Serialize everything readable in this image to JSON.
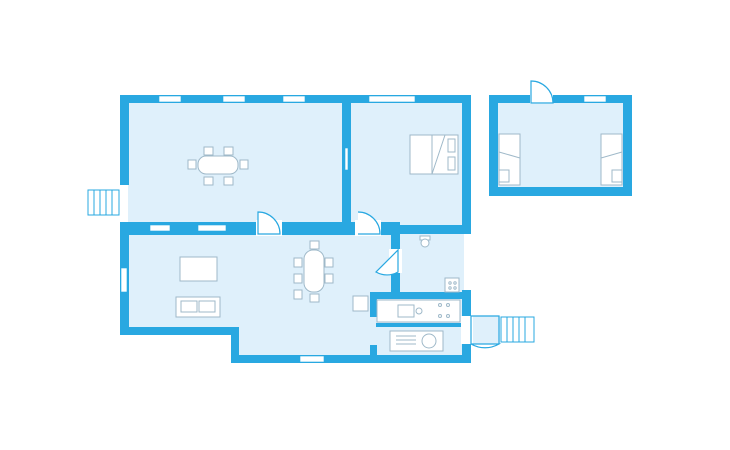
{
  "diagram": {
    "type": "floor-plan",
    "colors": {
      "wall": "#29a8e1",
      "floor": "#dff0fb",
      "furniture_fill": "#ffffff",
      "furniture_stroke": "#9fb9c9",
      "door_stroke": "#29a8e1",
      "window": "#ffffff",
      "background": "#ffffff"
    },
    "rooms": [
      {
        "name": "dining-room",
        "furniture": [
          "dining-table-6-chairs"
        ]
      },
      {
        "name": "bedroom",
        "furniture": [
          "double-bed"
        ]
      },
      {
        "name": "living-room",
        "furniture": [
          "sofa",
          "coffee-table",
          "dining-table-6-chairs",
          "armchair"
        ]
      },
      {
        "name": "bathroom",
        "furniture": [
          "toilet",
          "shower"
        ]
      },
      {
        "name": "kitchen",
        "furniture": [
          "kitchen-sink",
          "stove",
          "washbasin-counter"
        ]
      },
      {
        "name": "annex-bedroom",
        "furniture": [
          "single-bed",
          "single-bed"
        ]
      }
    ],
    "stairs": [
      "entrance-stairs-left",
      "entrance-stairs-right"
    ]
  }
}
